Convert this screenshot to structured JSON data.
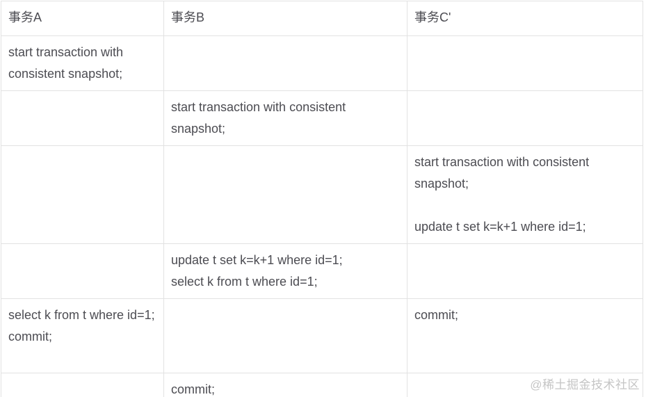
{
  "colors": {
    "bg": "#ffffff",
    "border": "#e2e2e2",
    "text": "#4c4c52",
    "watermark": "#c5c5c5"
  },
  "table": {
    "columns": [
      "事务A",
      "事务B",
      "事务C'"
    ],
    "rows": [
      [
        "start transaction with consistent snapshot;",
        "",
        ""
      ],
      [
        "",
        "start transaction with consistent snapshot;",
        ""
      ],
      [
        "",
        "",
        "start transaction with consistent snapshot;\n\nupdate t set k=k+1 where id=1;"
      ],
      [
        "",
        "update t set k=k+1 where id=1;\nselect k from t where id=1;",
        ""
      ],
      [
        "select k from t where id=1;\ncommit;",
        "",
        "commit;"
      ],
      [
        "",
        "commit;",
        ""
      ]
    ]
  },
  "watermark": "@稀土掘金技术社区"
}
